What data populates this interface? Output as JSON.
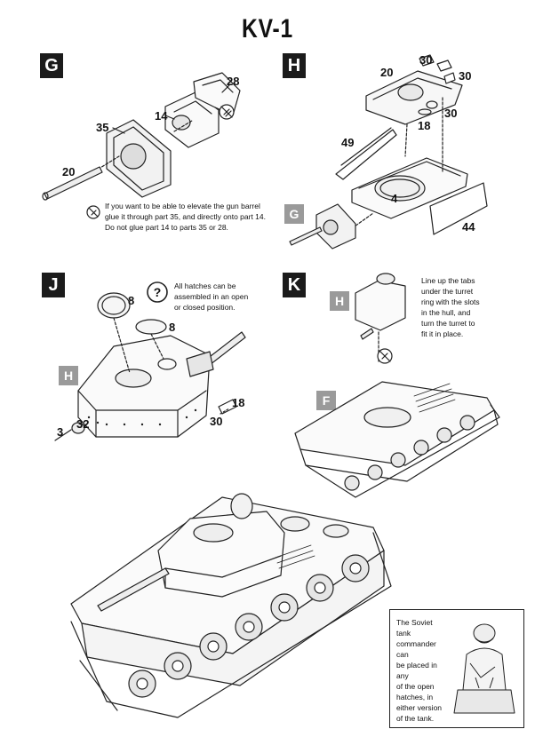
{
  "title": "KV-1",
  "steps": {
    "g": "G",
    "h": "H",
    "j": "J",
    "k": "K"
  },
  "refs": {
    "g_in_h": "G",
    "h_in_j": "H",
    "h_in_k": "H",
    "f_in_k": "F"
  },
  "parts": {
    "g": {
      "p35": "35",
      "p14": "14",
      "p28": "28",
      "p20": "20"
    },
    "h": {
      "p20": "20",
      "p30a": "30",
      "p30b": "30",
      "p30c": "30",
      "p18": "18",
      "p49": "49",
      "p4": "4",
      "p44": "44"
    },
    "j": {
      "p8a": "8",
      "p8b": "8",
      "p18": "18",
      "p30": "30",
      "p3": "3",
      "p32": "32"
    }
  },
  "notes": {
    "g": [
      "If you want to be able to elevate the gun barrel",
      "glue it through part 35, and directly onto part 14.",
      "Do not glue part 14 to parts 35 or 28."
    ],
    "j": [
      "All hatches can be",
      "assembled in an open",
      "or closed position."
    ],
    "k": [
      "Line up the tabs",
      "under the turret",
      "ring with the slots",
      "in the hull, and",
      "turn the turret to",
      "fit it in place."
    ],
    "commander": [
      "The Soviet tank",
      "commander can",
      "be placed in any",
      "of the open",
      "hatches, in",
      "either version",
      "of the tank."
    ]
  },
  "icons": [
    "no-glue-icon",
    "question-icon"
  ]
}
